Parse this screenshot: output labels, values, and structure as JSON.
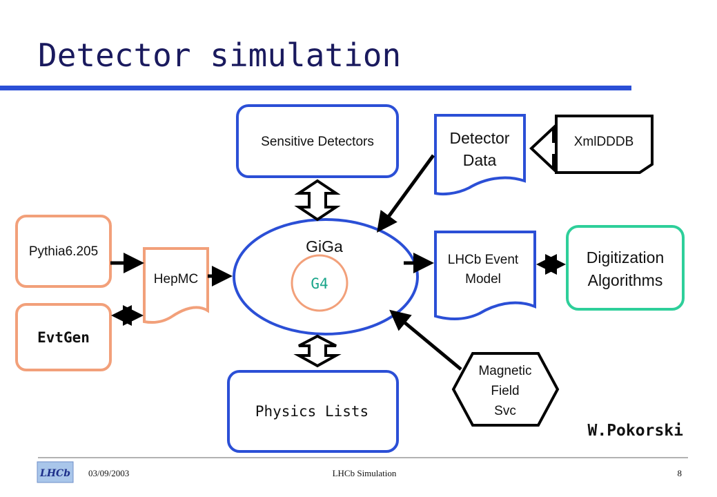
{
  "title": "Detector simulation",
  "colors": {
    "title": "#1a1a5e",
    "rule": "#2b4fd6",
    "blue_box": "#2b4fd6",
    "orange_box": "#f2a07a",
    "green_box": "#2ecf9a",
    "g4_text": "#1aa58a"
  },
  "nodes": {
    "sensitive_detectors": "Sensitive Detectors",
    "detector_data": [
      "Detector",
      "Data"
    ],
    "xmldddb": "XmlDDDB",
    "pythia": "Pythia6.205",
    "hepmc": "HepMC",
    "evtgen": "EvtGen",
    "giga": "GiGa",
    "g4": "G4",
    "lhcb_event_model": [
      "LHCb Event",
      "Model"
    ],
    "digitization": [
      "Digitization",
      "Algorithms"
    ],
    "physics_lists": "Physics Lists",
    "magnetic_field": [
      "Magnetic",
      "Field",
      "Svc"
    ]
  },
  "author": "W.Pokorski",
  "footer": {
    "logo_text": "LHCb",
    "date": "03/09/2003",
    "center": "LHCb Simulation",
    "page": "8"
  }
}
